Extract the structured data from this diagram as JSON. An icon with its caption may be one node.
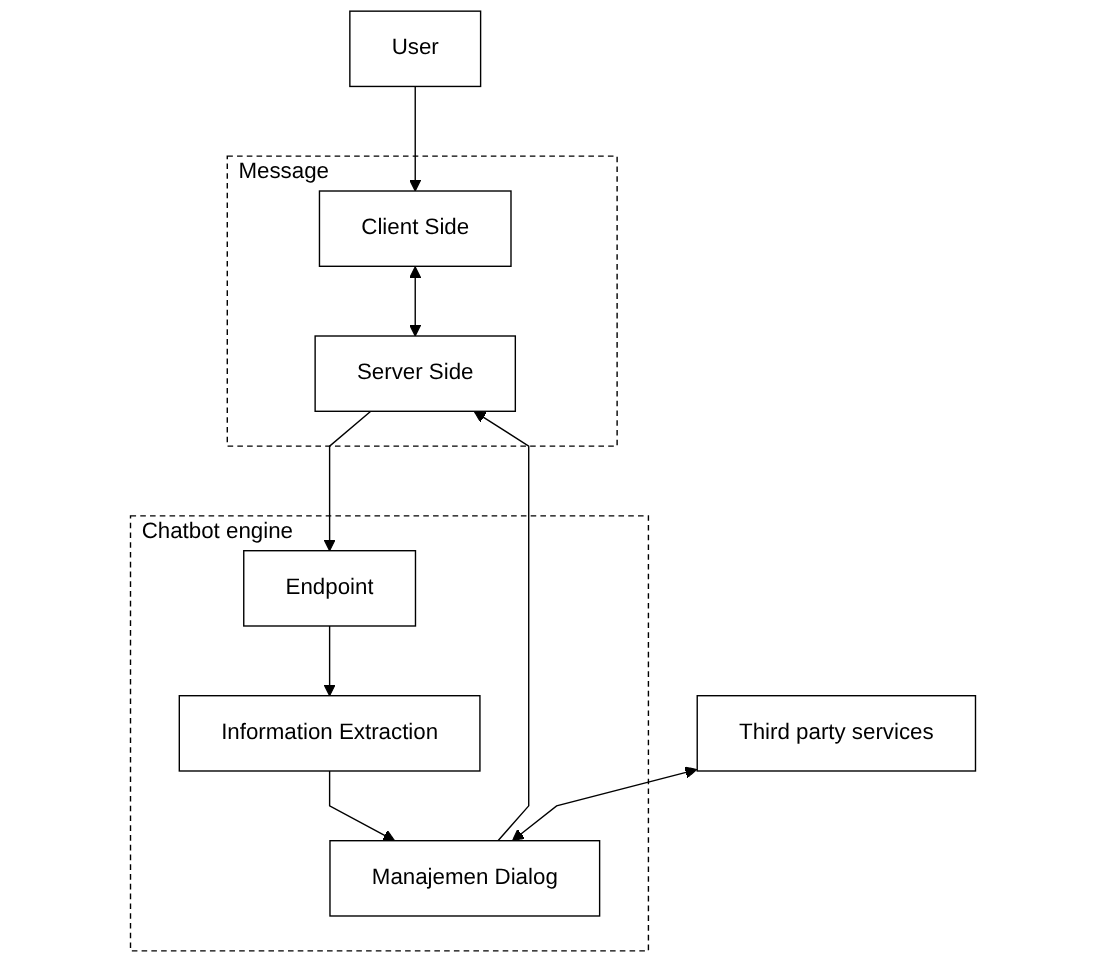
{
  "diagram": {
    "nodes": [
      {
        "text": [
          "User"
        ]
      },
      {
        "text": [
          "Message"
        ]
      },
      {
        "text": [
          "Client Side"
        ],
        "in": 1
      },
      {
        "text": [
          "Server Side"
        ],
        "in": 1
      },
      {
        "text": [
          "Chatbot engine"
        ]
      },
      {
        "text": [
          "Endpoint"
        ],
        "in": 4
      },
      {
        "text": [
          "Information Extraction"
        ],
        "in": 4
      },
      {
        "text": [
          "Manajemen Dialog"
        ],
        "in": 4
      },
      {
        "text": [
          "Third party services"
        ]
      }
    ],
    "edges": [
      {
        "from": 0,
        "to": 2,
        "arrow": "to"
      },
      {
        "from": 2,
        "to": 3,
        "arrow": "both"
      },
      {
        "from": 3,
        "to": 5,
        "arrow": "to"
      },
      {
        "from": 7,
        "to": 3,
        "arrow": "to"
      },
      {
        "from": 5,
        "to": 6,
        "arrow": "to"
      },
      {
        "from": 6,
        "to": 7,
        "arrow": "to"
      },
      {
        "from": 8,
        "to": 7,
        "arrow": "both"
      }
    ]
  }
}
